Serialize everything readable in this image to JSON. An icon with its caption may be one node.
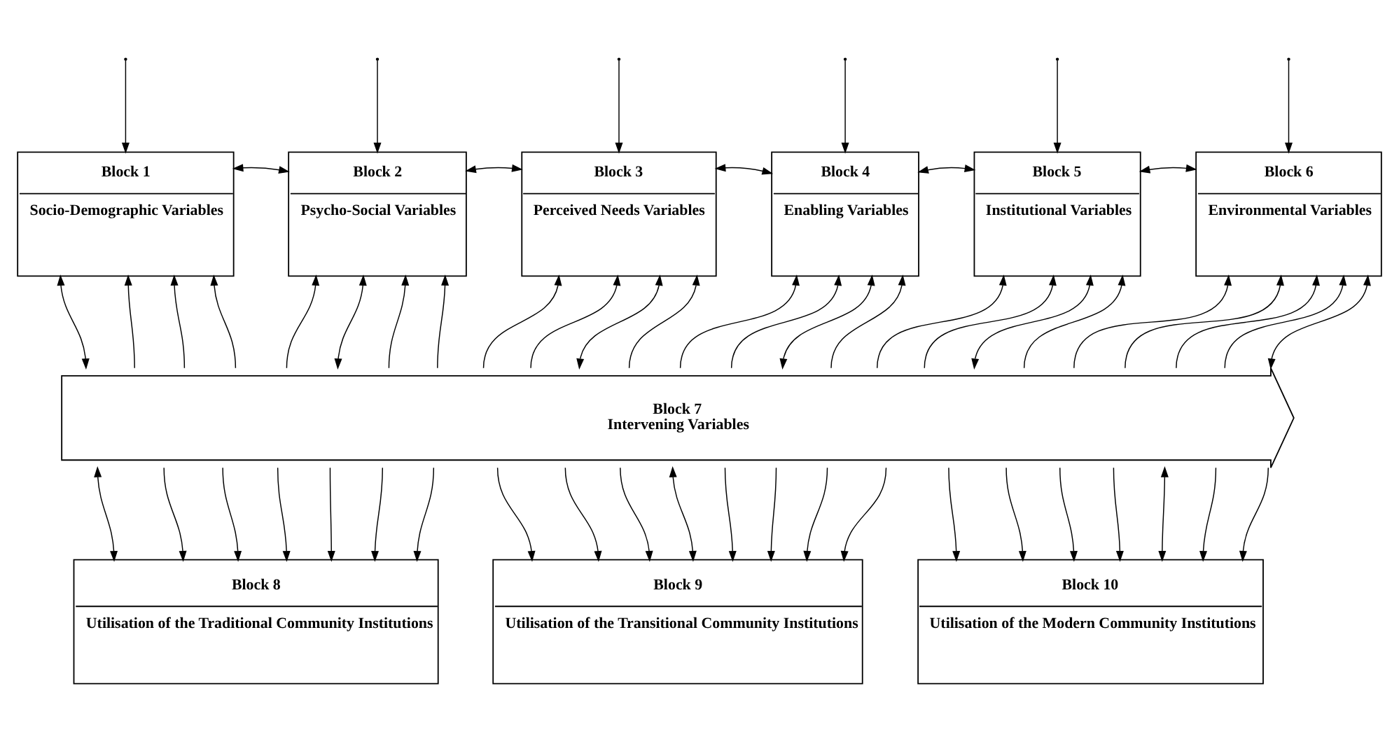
{
  "diagram": {
    "nodes": [
      {
        "text": [
          "Block 1",
          "Socio-Demographic Variables"
        ]
      },
      {
        "text": [
          "Block 2",
          "Psycho-Social Variables"
        ]
      },
      {
        "text": [
          "Block 3",
          "Perceived Needs Variables"
        ]
      },
      {
        "text": [
          "Block 4",
          "Enabling Variables"
        ]
      },
      {
        "text": [
          "Block 5",
          "Institutional Variables"
        ]
      },
      {
        "text": [
          "Block 6",
          "Environmental Variables"
        ]
      },
      {
        "text": [
          "Block 7",
          "Intervening Variables"
        ]
      },
      {
        "text": [
          "Block 8",
          "Utilisation of the Traditional Community Institutions"
        ]
      },
      {
        "text": [
          "Block 9",
          "Utilisation of the Transitional Community Institutions"
        ]
      },
      {
        "text": [
          "Block 10",
          "Utilisation of the Modern Community Institutions"
        ]
      }
    ],
    "edges": [
      {
        "from": null,
        "to": 0,
        "arrow": "to"
      },
      {
        "from": null,
        "to": 1,
        "arrow": "to"
      },
      {
        "from": null,
        "to": 2,
        "arrow": "to"
      },
      {
        "from": null,
        "to": 3,
        "arrow": "to"
      },
      {
        "from": null,
        "to": 4,
        "arrow": "to"
      },
      {
        "from": null,
        "to": 5,
        "arrow": "to"
      },
      {
        "from": 0,
        "to": 1,
        "arrow": "both"
      },
      {
        "from": 1,
        "to": 2,
        "arrow": "both"
      },
      {
        "from": 2,
        "to": 3,
        "arrow": "both"
      },
      {
        "from": 3,
        "to": 4,
        "arrow": "both"
      },
      {
        "from": 4,
        "to": 5,
        "arrow": "both"
      },
      {
        "from": 6,
        "to": 0,
        "arrow": "both"
      },
      {
        "from": 6,
        "to": 0,
        "arrow": "to"
      },
      {
        "from": 6,
        "to": 0,
        "arrow": "to"
      },
      {
        "from": 6,
        "to": 0,
        "arrow": "to"
      },
      {
        "from": 6,
        "to": 1,
        "arrow": "to"
      },
      {
        "from": 6,
        "to": 1,
        "arrow": "both"
      },
      {
        "from": 6,
        "to": 1,
        "arrow": "to"
      },
      {
        "from": 6,
        "to": 1,
        "arrow": "to"
      },
      {
        "from": 6,
        "to": 2,
        "arrow": "to"
      },
      {
        "from": 6,
        "to": 2,
        "arrow": "to"
      },
      {
        "from": 6,
        "to": 2,
        "arrow": "both"
      },
      {
        "from": 6,
        "to": 2,
        "arrow": "to"
      },
      {
        "from": 6,
        "to": 3,
        "arrow": "to"
      },
      {
        "from": 6,
        "to": 3,
        "arrow": "to"
      },
      {
        "from": 6,
        "to": 3,
        "arrow": "both"
      },
      {
        "from": 6,
        "to": 3,
        "arrow": "to"
      },
      {
        "from": 6,
        "to": 4,
        "arrow": "to"
      },
      {
        "from": 6,
        "to": 4,
        "arrow": "to"
      },
      {
        "from": 6,
        "to": 4,
        "arrow": "both"
      },
      {
        "from": 6,
        "to": 4,
        "arrow": "to"
      },
      {
        "from": 6,
        "to": 5,
        "arrow": "to"
      },
      {
        "from": 6,
        "to": 5,
        "arrow": "to"
      },
      {
        "from": 6,
        "to": 5,
        "arrow": "to"
      },
      {
        "from": 6,
        "to": 5,
        "arrow": "to"
      },
      {
        "from": 6,
        "to": 5,
        "arrow": "both"
      },
      {
        "from": 6,
        "to": 7,
        "arrow": "both"
      },
      {
        "from": 6,
        "to": 7,
        "arrow": "to"
      },
      {
        "from": 6,
        "to": 7,
        "arrow": "to"
      },
      {
        "from": 6,
        "to": 7,
        "arrow": "to"
      },
      {
        "from": 6,
        "to": 7,
        "arrow": "to"
      },
      {
        "from": 6,
        "to": 7,
        "arrow": "to"
      },
      {
        "from": 6,
        "to": 7,
        "arrow": "to"
      },
      {
        "from": 6,
        "to": 8,
        "arrow": "to"
      },
      {
        "from": 6,
        "to": 8,
        "arrow": "to"
      },
      {
        "from": 6,
        "to": 8,
        "arrow": "to"
      },
      {
        "from": 6,
        "to": 8,
        "arrow": "both"
      },
      {
        "from": 6,
        "to": 8,
        "arrow": "to"
      },
      {
        "from": 6,
        "to": 8,
        "arrow": "to"
      },
      {
        "from": 6,
        "to": 8,
        "arrow": "to"
      },
      {
        "from": 6,
        "to": 8,
        "arrow": "to"
      },
      {
        "from": 6,
        "to": 9,
        "arrow": "to"
      },
      {
        "from": 6,
        "to": 9,
        "arrow": "to"
      },
      {
        "from": 6,
        "to": 9,
        "arrow": "to"
      },
      {
        "from": 6,
        "to": 9,
        "arrow": "to"
      },
      {
        "from": 6,
        "to": 9,
        "arrow": "both"
      },
      {
        "from": 6,
        "to": 9,
        "arrow": "to"
      },
      {
        "from": 6,
        "to": 9,
        "arrow": "to"
      }
    ]
  }
}
